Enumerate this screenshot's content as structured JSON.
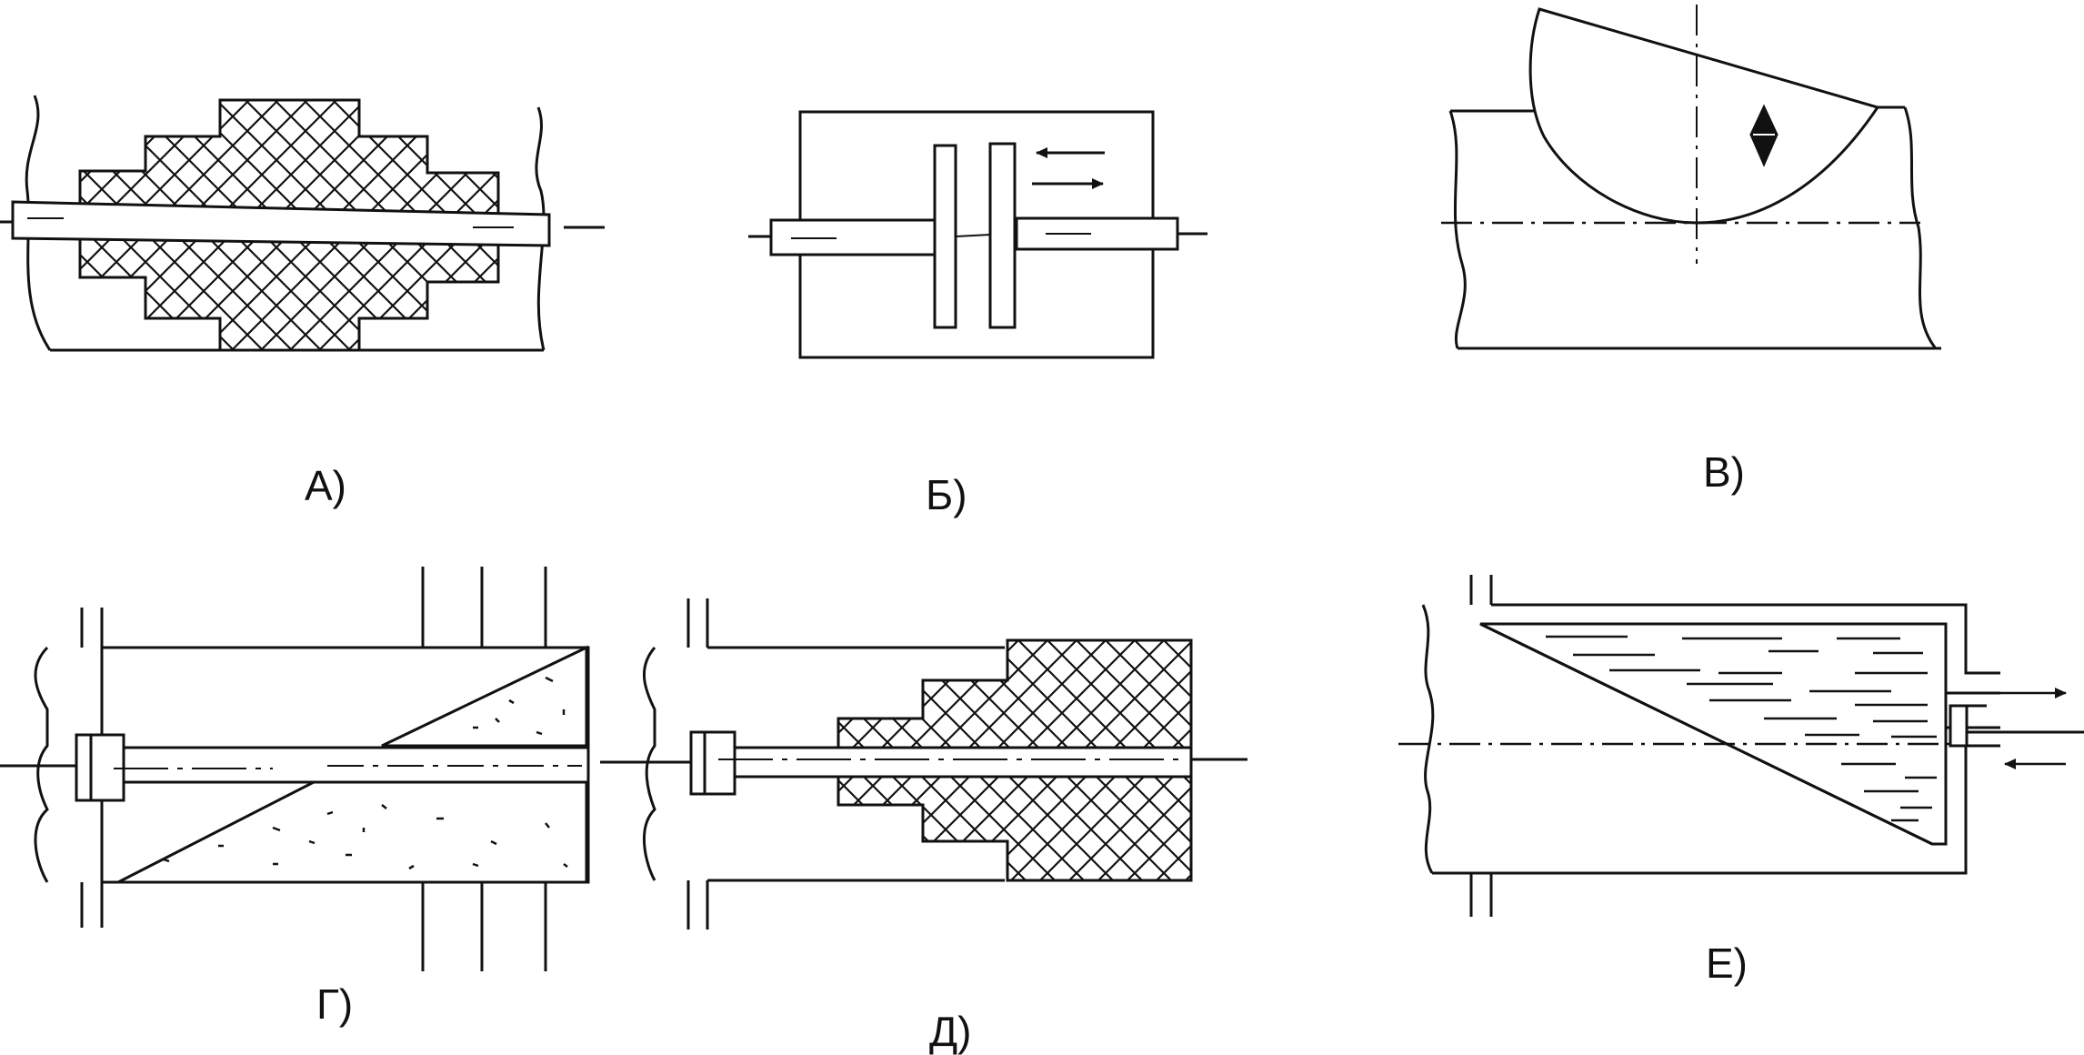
{
  "labels": {
    "a": "А)",
    "b": "Б)",
    "v": "В)",
    "g": "Г)",
    "d": "Д)",
    "e": "Е)"
  },
  "colors": {
    "ink": "#111111",
    "background": "#ffffff"
  }
}
